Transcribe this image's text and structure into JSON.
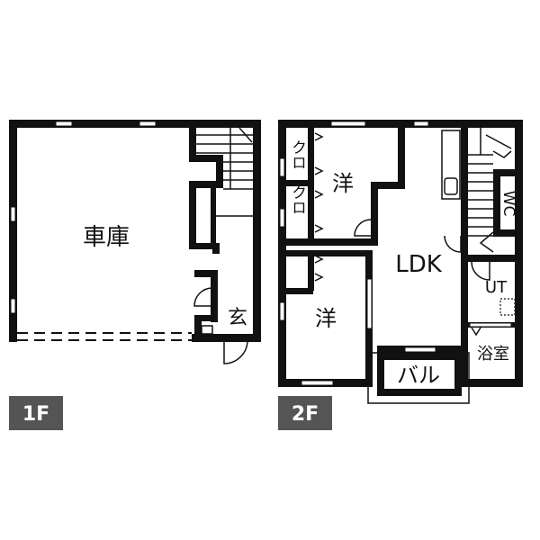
{
  "floors": [
    {
      "badge": "1F",
      "rooms": {
        "garage": "車庫",
        "entrance": "玄"
      }
    },
    {
      "badge": "2F",
      "rooms": {
        "closet_1": "クロ",
        "closet_2": "クロ",
        "western_1": "洋",
        "western_2": "洋",
        "ldk": "LDK",
        "wc": "WC",
        "ut": "UT",
        "bath": "浴室",
        "balcony": "バル"
      }
    }
  ]
}
